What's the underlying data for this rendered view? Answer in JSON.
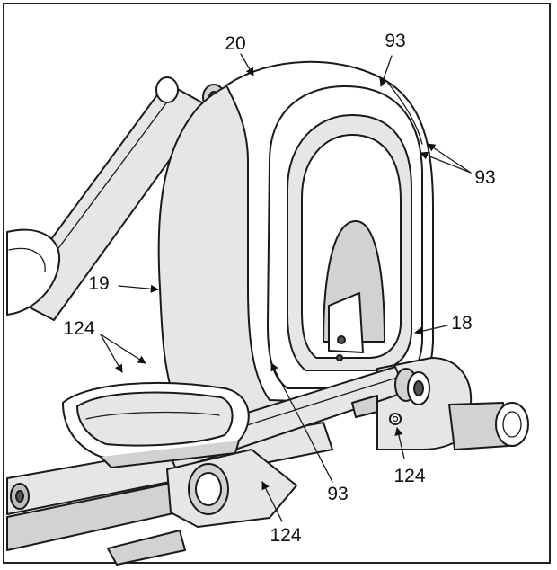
{
  "labels": {
    "l20": "20",
    "l93_top": "93",
    "l93_right": "93",
    "l19": "19",
    "l18": "18",
    "l124_left": "124",
    "l124_right": "124",
    "l93_bottom": "93",
    "l124_bottom": "124"
  }
}
